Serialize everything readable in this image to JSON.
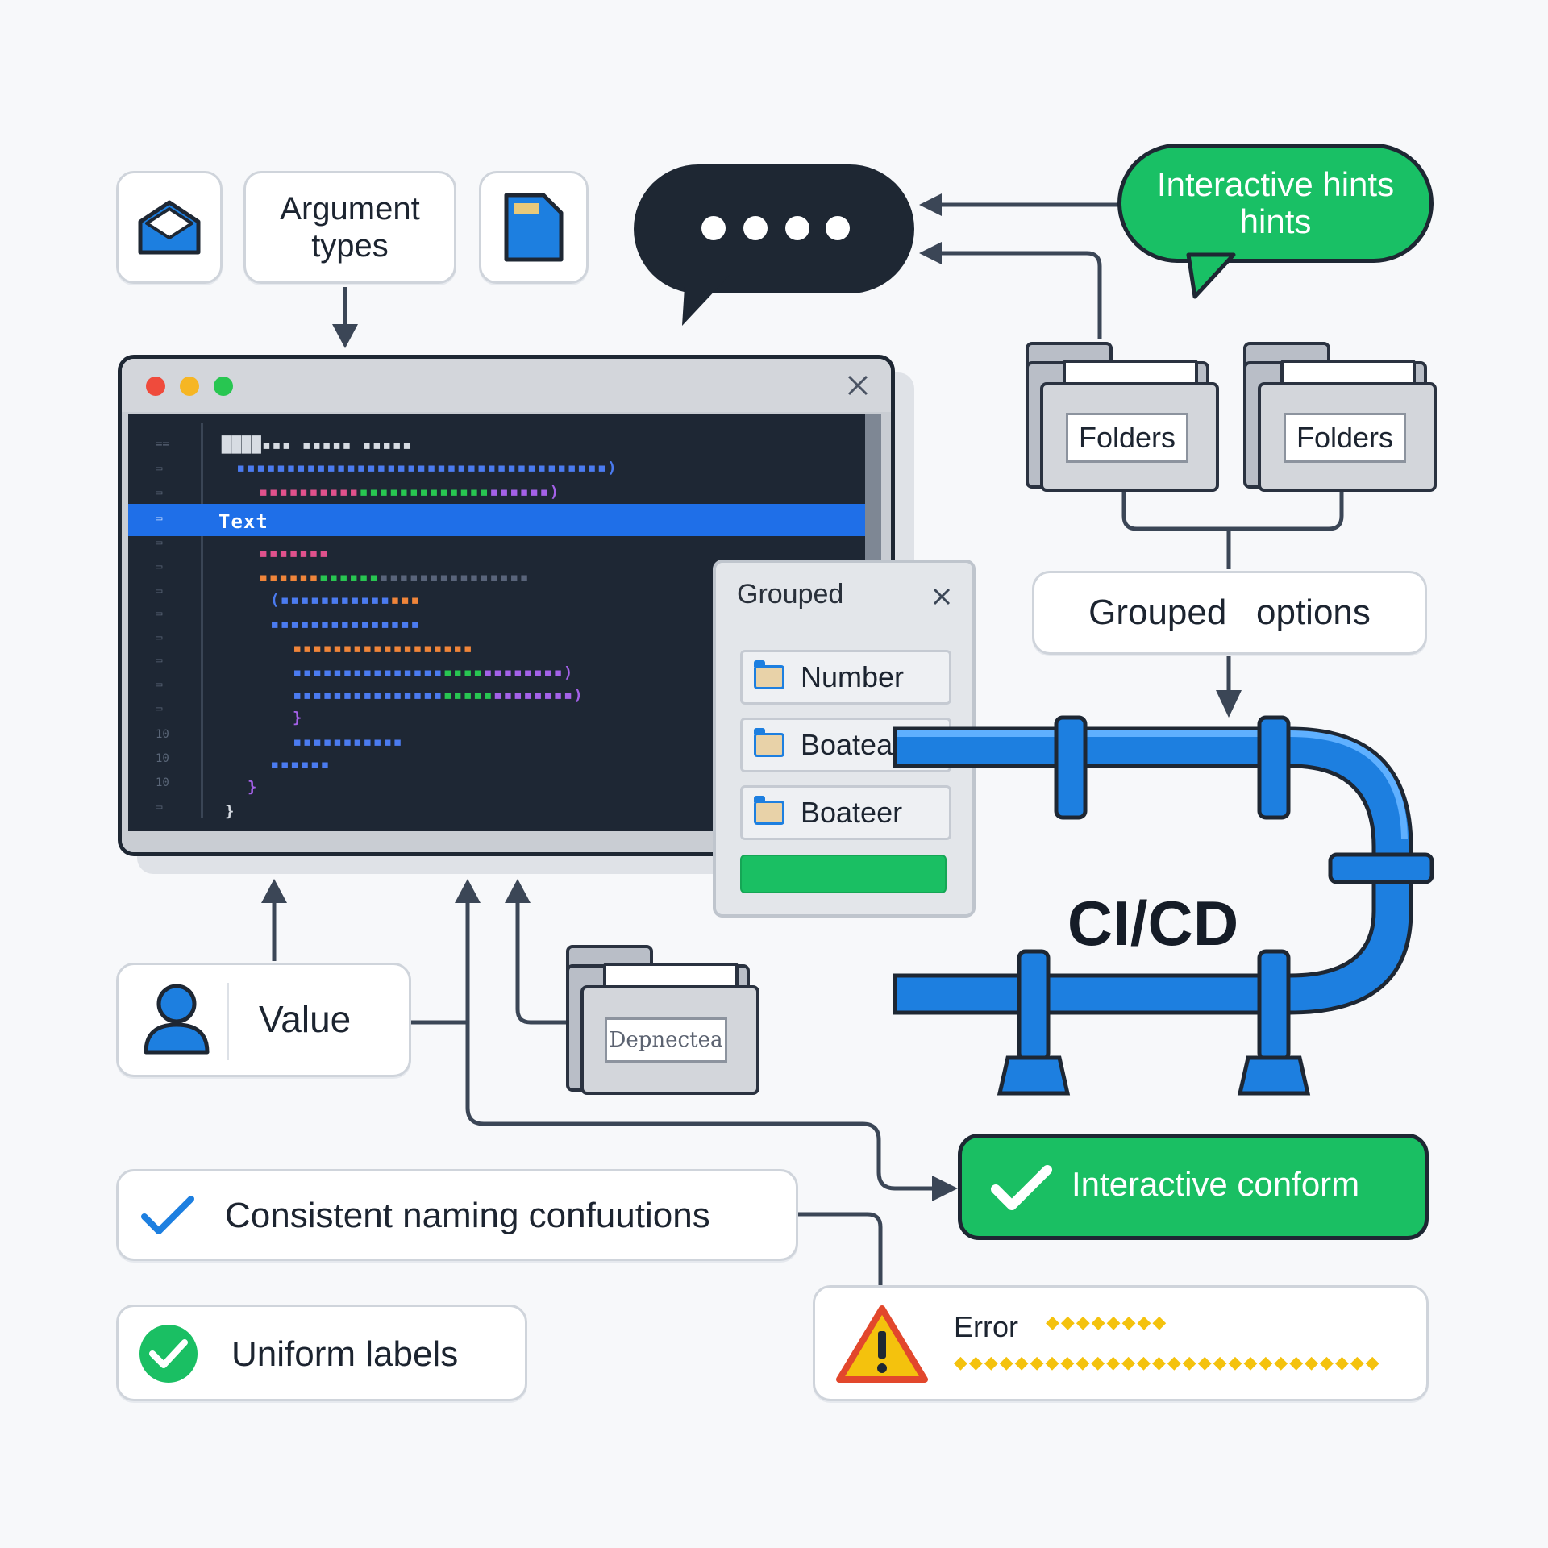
{
  "argument_types": "Argument types",
  "hint_bubble": "Interactive hints hints",
  "folders_left": "Folders",
  "folders_right": "Folders",
  "grouped_options": "Grouped   options",
  "editor": {
    "highlight_text": "Text",
    "line_numbers": [
      "10",
      "10",
      "10"
    ]
  },
  "popup": {
    "title": "Grouped",
    "options": [
      "Number",
      "Boatean",
      "Boateer"
    ]
  },
  "value_label": "Value",
  "deprecated_label": "Depnectea",
  "cicd_label": "CI/CD",
  "interactive_conform": "Interactive conform",
  "consistent_naming": "Consistent naming confuutions",
  "uniform_labels": "Uniform labels",
  "error_label": "Error",
  "colors": {
    "accent": "#1d7fe0",
    "green": "#1abf63",
    "dark": "#1e2733",
    "warning": "#f4c20d"
  },
  "icons": [
    "envelope-icon",
    "document-icon",
    "chat-bubble-icon",
    "folder-icon",
    "user-icon",
    "check-icon",
    "warning-icon",
    "close-icon",
    "pipeline-icon"
  ]
}
